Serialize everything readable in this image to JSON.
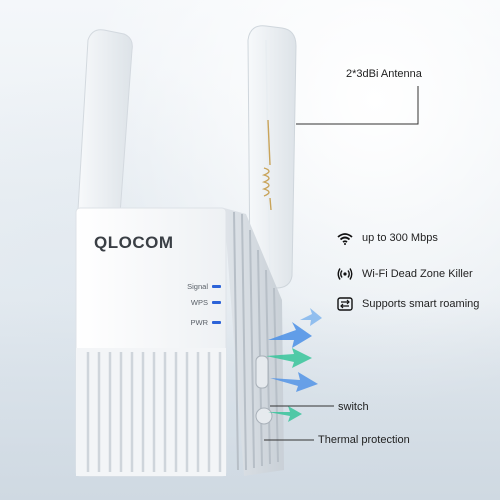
{
  "brand": {
    "logo_text": "QLOCOM"
  },
  "device_leds": [
    {
      "label": "Signal",
      "color": "#2c63d8"
    },
    {
      "label": "WPS",
      "color": "#2c63d8"
    },
    {
      "label": "PWR",
      "color": "#2c63d8"
    }
  ],
  "callouts": {
    "antenna": "2*3dBi Antenna",
    "switch": "switch",
    "thermal": "Thermal protection"
  },
  "features": [
    {
      "icon": "wifi-icon",
      "label": "up to 300 Mbps"
    },
    {
      "icon": "signal-waves-icon",
      "label": "Wi-Fi Dead Zone Killer"
    },
    {
      "icon": "roaming-icon",
      "label": "Supports smart roaming"
    }
  ],
  "colors": {
    "led": "#2c63d8",
    "airflow_blue": "#4a8fe6",
    "airflow_green": "#37c49a"
  }
}
